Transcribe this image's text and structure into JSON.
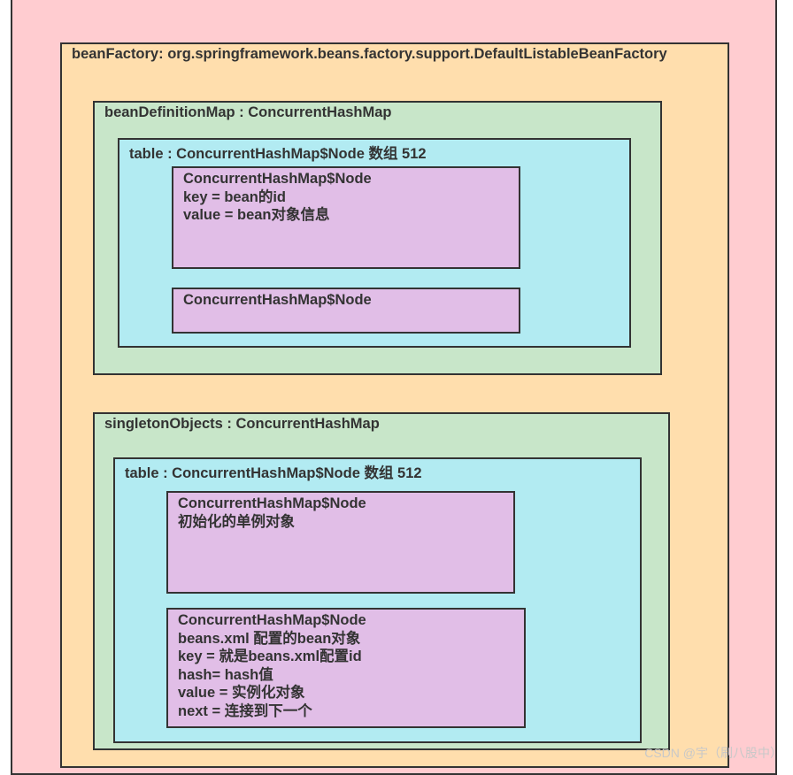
{
  "colors": {
    "outer_fill": "#ffccd0",
    "factory_fill": "#ffdead",
    "map_fill": "#c8e6c9",
    "table_fill": "#b2ebf2",
    "node_fill": "#e1bee7",
    "border": "#333333",
    "text": "#333333"
  },
  "bean_factory": {
    "label": "beanFactory: org.springframework.beans.factory.support.DefaultListableBeanFactory"
  },
  "bean_definition_map": {
    "label": "beanDefinitionMap : ConcurrentHashMap",
    "table": {
      "label": "table : ConcurrentHashMap$Node 数组 512",
      "nodes": [
        {
          "lines": [
            "ConcurrentHashMap$Node",
            "key = bean的id",
            "value = bean对象信息"
          ]
        },
        {
          "lines": [
            "ConcurrentHashMap$Node"
          ]
        }
      ]
    }
  },
  "singleton_objects": {
    "label": "singletonObjects : ConcurrentHashMap",
    "table": {
      "label": "table : ConcurrentHashMap$Node 数组 512",
      "nodes": [
        {
          "lines": [
            "ConcurrentHashMap$Node",
            "初始化的单例对象"
          ]
        },
        {
          "lines": [
            "ConcurrentHashMap$Node",
            "beans.xml 配置的bean对象",
            "key = 就是beans.xml配置id",
            "hash= hash值",
            "value = 实例化对象",
            "next = 连接到下一个"
          ]
        }
      ]
    }
  },
  "watermark": "CSDN @宇（刷八股中）"
}
